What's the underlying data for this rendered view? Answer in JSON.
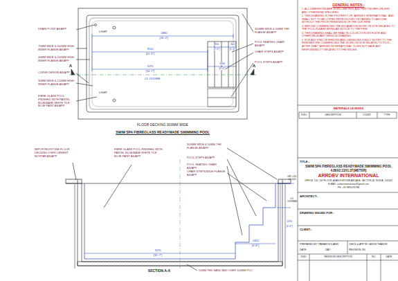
{
  "diagram": {
    "labels": [
      "DRAIN POINT AS/APP",
      "75MM WIDE & 600MM HIGH INNER FLANGE AS/APP",
      "40MM WIDE & 200MM HIGH INNER FLANGE AS/APP",
      "CURVE DESIGN AS/APP",
      "30MM WIDE & 120MM HIGH INNER FLANGE AS/APP",
      "FIBRE GLASS POOL FINISHED WITH PASTEL BLUE/BASE WHITE TILE BLUE PAINT AS/APP",
      "300MM WIDE & 50MM THK FLANGE AS/APP",
      "POOL SEATING CHAIR AS/APP",
      "CHAIR STEPS AS/APP",
      "POOL STEPS AS/APP",
      "LIGHT",
      "LIGHT",
      "4880",
      "[16'-0\"]",
      "3510",
      "[11'-6\"]",
      "3225",
      "[10'-7\"]",
      "L/L 1370MM",
      "850",
      "[2'-9\"]",
      "300",
      "[1'-0\"]",
      "1060",
      "[3'-6\"]",
      "A",
      "A",
      "FLOOR DECKING 300MM WIDE",
      "SWIM SPA FIBREGLASS READYMADE SWIMMING POOL",
      "IMPORTED/STONE FLOOR DECKING OVER CEMENT MORTAR AS/APP",
      "FIBRE GLASS POOL FINISHED WITH PASTEL BLUE/BASE WHITE TILE BLUE PAINT AS/APP",
      "300MM WIDE & 50MM THK FLANGE AS/APP",
      "POOL STEPS AS/APP",
      "POOL SEATING CHAIR AS/APP",
      "CHAIR STEPS/WIDE FLANGE AS/APP",
      "GR. LVL ±0.000",
      "L/L 1370MM",
      "1370",
      "[4'-6\"]",
      "3225",
      "[10'-7\"]",
      "1420",
      "[4'-8\"]",
      "SECTION A-A",
      "50MM THK SAND BED OVER 100MM PCC",
      "GENERAL NOTES:-",
      "1. ALL DIMENSIONS ARE IN MILLIMETERS AND FEET INCHES UNLESS AND OTHERWISE SPECIFIED.",
      "2. THIS DRAWING IS THE PROPERTY OF \"ARRDEV INTERNATIONAL\" AND SHALL NOT TO BE COPIED REPRODUCED OR PASSED TO ANYONE WITHOUT THE PRIOR PERMISSION OF THE OUR FIRM.",
      "3. BEFORE COMMENCING THE EXCAVATION WORK ON SITE RELATED TO THE POOL PLEASE BRING AN NOTICE TO THE FIRM.",
      "4. THIS DRAWING SHALL BE READ IN COLLECTION WITH SITE AND OTHER RELEVANT SERVICE DRAWING.",
      "5. FOR ANY KIND OF ERRORS AND OMISSIONS KINDLY NOTIFY TO THE FIRM BEFORE COMMENCING THE WORK ON SITE RELATED TO POOL AFTER THAT \"ARRDEV INTERNATIONAL\" DOES NOT HAVE ANY RESPONSIBILITY RELATED TO THE ISSUES.",
      "MATERIALS LEGENDS",
      "S.NO.",
      "DESCRIPTION",
      "COUNT",
      "TYPE",
      "TITLE:-",
      "SWIM SPA FIBREGLASS READYMADE SWIMMING POOL 4.88X2.13X1.37(METER)",
      "ARRDEV INTERNATIONAL",
      "OFFICE: 150, 1ST FLOOR, AVAN FORTUNE ARCADE, SECTOR-46, NOIDA - 201301",
      "E-MAIL: arrdevinternational@gmail.com",
      "PH: +91 9891291788",
      "ARCHITECT:-",
      "DRAWING ISSUED FOR:-",
      "CLIENT:-",
      "PREPARED BY: PAWAN SOLANKI",
      "CHK'D & APP BY: ARUN THAKUR",
      "DATE:",
      "DAY:",
      "REVISION: R0",
      "S.NO.",
      "REVISION DESCRIPTION",
      "NO.",
      "DATE"
    ]
  }
}
